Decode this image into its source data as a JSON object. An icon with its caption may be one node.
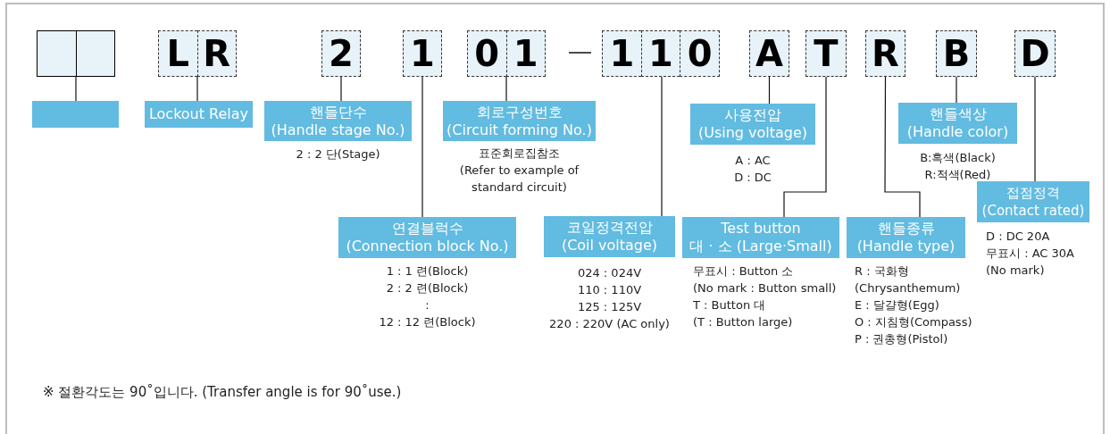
{
  "diagram": {
    "nodes": [
      {
        "text": [],
        "shape": "box"
      },
      {
        "text": [
          "L",
          "R"
        ]
      },
      {
        "text": [
          "2"
        ]
      },
      {
        "text": [
          "1"
        ]
      },
      {
        "text": [
          "0",
          "1"
        ]
      },
      {
        "text": [
          "1",
          "1",
          "0"
        ]
      },
      {
        "text": [
          "A"
        ]
      },
      {
        "text": [
          "T"
        ]
      },
      {
        "text": [
          "R"
        ]
      },
      {
        "text": [
          "B"
        ]
      },
      {
        "text": [
          "D"
        ]
      },
      {
        "text": [],
        "shape": "box"
      },
      {
        "text": [
          "Lockout Relay"
        ]
      },
      {
        "text": [
          "핸들단수",
          "(Handle stage No.)"
        ],
        "beside": [
          "2 : 2 단(Stage)"
        ]
      },
      {
        "text": [
          "회로구성번호",
          "(Circuit forming No.)"
        ],
        "beside": [
          "표준회로집참조",
          "(Refer to example of standard circuit)"
        ]
      },
      {
        "text": [
          "사용전압",
          "(Using voltage)"
        ],
        "beside": [
          "A : AC",
          "D : DC"
        ]
      },
      {
        "text": [
          "핸들색상",
          "(Handle color)"
        ],
        "beside": [
          "B:흑색(Black)",
          "R:적색(Red)"
        ]
      },
      {
        "text": [
          "연결블럭수",
          "(Connection block No.)"
        ],
        "beside": [
          "1 : 1 련(Block)",
          "2 : 2 련(Block)",
          ":",
          "12 : 12 련(Block)"
        ]
      },
      {
        "text": [
          "코일정격전압",
          "(Coil voltage)"
        ],
        "beside": [
          "024 : 024V",
          "110 : 110V",
          "125 : 125V",
          "220 : 220V (AC only)"
        ]
      },
      {
        "text": [
          "Test button",
          "대 · 소 (Large·Small)"
        ],
        "beside": [
          "무표시 : Button 소",
          "(No mark : Button small)",
          "T : Button 대",
          "(T : Button large)"
        ]
      },
      {
        "text": [
          "핸들종류",
          "(Handle type)"
        ],
        "beside": [
          "R : 국화형 (Chrysanthemum)",
          "E : 달걀형(Egg)",
          "O : 지침형(Compass)",
          "P : 권총형(Pistol)"
        ]
      },
      {
        "text": [
          "접점정격",
          "(Contact rated)"
        ],
        "beside": [
          "D : DC 20A",
          "무표시 : AC 30A (No mark)"
        ]
      }
    ],
    "edges": [
      {
        "from": 0,
        "to": 11,
        "arrow": "none"
      },
      {
        "from": 1,
        "to": 12,
        "arrow": "none"
      },
      {
        "from": 2,
        "to": 13,
        "arrow": "none"
      },
      {
        "from": 3,
        "to": 17,
        "arrow": "none"
      },
      {
        "from": 4,
        "to": 14,
        "arrow": "none"
      },
      {
        "from": 5,
        "to": 18,
        "arrow": "none"
      },
      {
        "from": 6,
        "to": 15,
        "arrow": "none"
      },
      {
        "from": 7,
        "to": 19,
        "arrow": "none"
      },
      {
        "from": 8,
        "to": 20,
        "arrow": "none"
      },
      {
        "from": 9,
        "to": 16,
        "arrow": "none"
      },
      {
        "from": 10,
        "to": 21,
        "arrow": "none"
      }
    ],
    "labels": [
      "※ 절환각도는 90˚입니다. (Transfer angle is for 90˚use.)"
    ]
  }
}
